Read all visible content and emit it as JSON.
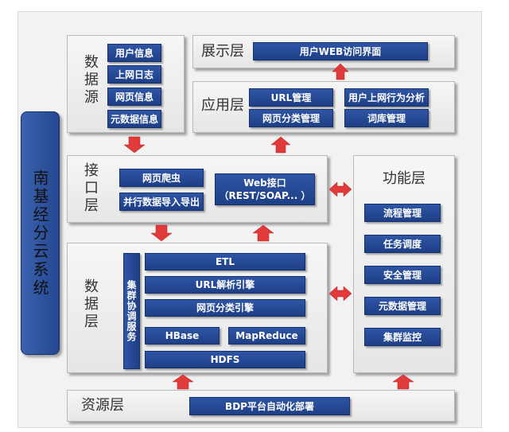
{
  "system_label": "南基经分云系统",
  "layers": {
    "data_source": {
      "title": "数据源",
      "items": [
        "用户信息",
        "上网日志",
        "网页信息",
        "元数据信息"
      ]
    },
    "display": {
      "title": "展示层",
      "items": [
        "用户WEB访问界面"
      ]
    },
    "application": {
      "title": "应用层",
      "items": [
        "URL管理",
        "用户上网行为分析",
        "网页分类管理",
        "词库管理"
      ]
    },
    "interface": {
      "title": "接口层",
      "items": [
        "网页爬虫",
        "并行数据导入导出",
        "Web接口\n（REST/SOAP... ）"
      ]
    },
    "function": {
      "title": "功能层",
      "items": [
        "流程管理",
        "任务调度",
        "安全管理",
        "元数据管理",
        "集群监控"
      ]
    },
    "data": {
      "title": "数据层",
      "cluster": "集群协调服务",
      "items": [
        "ETL",
        "URL解析引擎",
        "网页分类引擎",
        "HBase",
        "MapReduce",
        "HDFS"
      ]
    },
    "resource": {
      "title": "资源层",
      "items": [
        "BDP平台自动化部署"
      ]
    }
  },
  "colors": {
    "box": "#1d3f86",
    "arrow": "#e03a3a",
    "panel": "#ececec"
  }
}
